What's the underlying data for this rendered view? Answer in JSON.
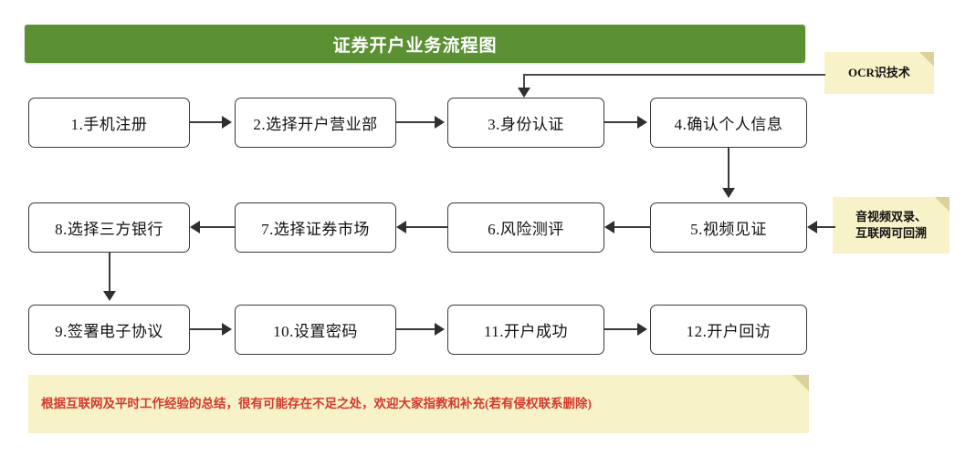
{
  "title": {
    "text": "证券开户业务流程图",
    "banner_color": "#5B9033",
    "text_color": "#FFFFFF"
  },
  "nodes": [
    {
      "id": "n1",
      "label": "1.手机注册",
      "row": 1,
      "col": 1
    },
    {
      "id": "n2",
      "label": "2.选择开户营业部",
      "row": 1,
      "col": 2
    },
    {
      "id": "n3",
      "label": "3.身份认证",
      "row": 1,
      "col": 3
    },
    {
      "id": "n4",
      "label": "4.确认个人信息",
      "row": 1,
      "col": 4
    },
    {
      "id": "n8",
      "label": "8.选择三方银行",
      "row": 2,
      "col": 1
    },
    {
      "id": "n7",
      "label": "7.选择证券市场",
      "row": 2,
      "col": 2
    },
    {
      "id": "n6",
      "label": "6.风险测评",
      "row": 2,
      "col": 3
    },
    {
      "id": "n5",
      "label": "5.视频见证",
      "row": 2,
      "col": 4
    },
    {
      "id": "n9",
      "label": "9.签署电子协议",
      "row": 3,
      "col": 1
    },
    {
      "id": "n10",
      "label": "10.设置密码",
      "row": 3,
      "col": 2
    },
    {
      "id": "n11",
      "label": "11.开户成功",
      "row": 3,
      "col": 3
    },
    {
      "id": "n12",
      "label": "12.开户回访",
      "row": 3,
      "col": 4
    }
  ],
  "notes": {
    "ocr": {
      "text": "OCR识技术",
      "target": "3.身份认证",
      "bg_color": "#F8F2C8",
      "fold_color": "#DCD09B"
    },
    "video": {
      "line1": "音视频双录、",
      "line2": "互联网可回溯",
      "target": "5.视频见证",
      "bg_color": "#F8F2C8",
      "fold_color": "#DCD09B"
    },
    "footer": {
      "text": "根据互联网及平时工作经验的总结，很有可能存在不足之处，欢迎大家指教和补充(若有侵权联系删除)",
      "bg_color": "#F8F2C8",
      "text_color": "#D4382C",
      "fold_color": "#DCD09B"
    }
  },
  "flow": {
    "edges": [
      {
        "from": "1.手机注册",
        "to": "2.选择开户营业部",
        "direction": "right"
      },
      {
        "from": "2.选择开户营业部",
        "to": "3.身份认证",
        "direction": "right"
      },
      {
        "from": "3.身份认证",
        "to": "4.确认个人信息",
        "direction": "right"
      },
      {
        "from": "4.确认个人信息",
        "to": "5.视频见证",
        "direction": "down"
      },
      {
        "from": "5.视频见证",
        "to": "6.风险测评",
        "direction": "left"
      },
      {
        "from": "6.风险测评",
        "to": "7.选择证券市场",
        "direction": "left"
      },
      {
        "from": "7.选择证券市场",
        "to": "8.选择三方银行",
        "direction": "left"
      },
      {
        "from": "8.选择三方银行",
        "to": "9.签署电子协议",
        "direction": "down"
      },
      {
        "from": "9.签署电子协议",
        "to": "10.设置密码",
        "direction": "right"
      },
      {
        "from": "10.设置密码",
        "to": "11.开户成功",
        "direction": "right"
      },
      {
        "from": "11.开户成功",
        "to": "12.开户回访",
        "direction": "right"
      },
      {
        "from": "OCR识技术",
        "to": "3.身份认证",
        "direction": "annotation"
      },
      {
        "from": "音视频双录、互联网可回溯",
        "to": "5.视频见证",
        "direction": "annotation"
      }
    ]
  }
}
